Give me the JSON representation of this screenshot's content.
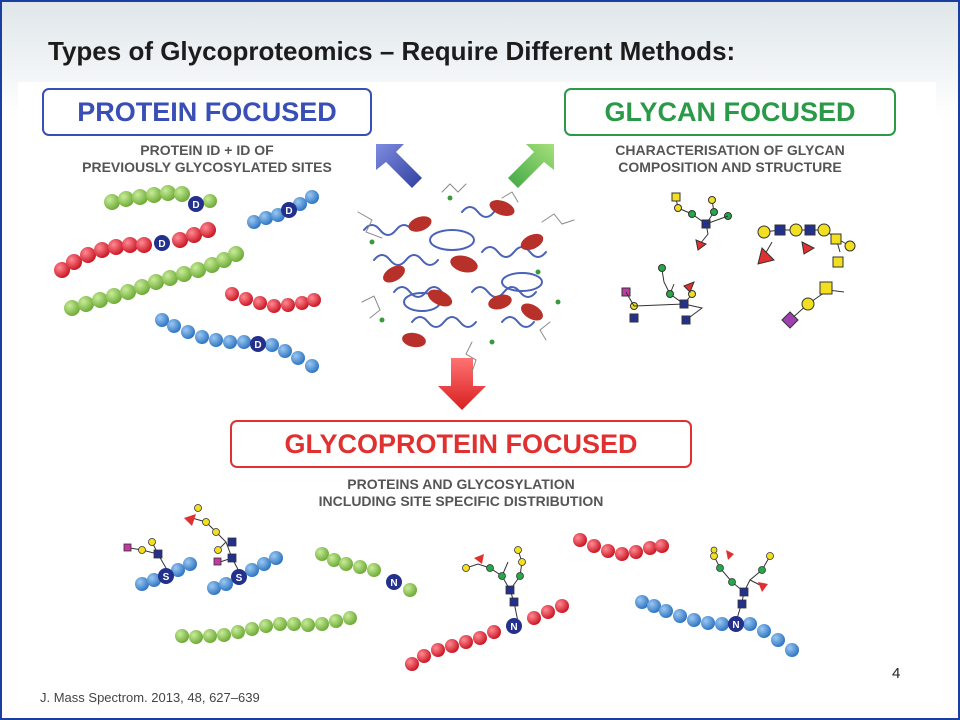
{
  "slide": {
    "title": "Types of Glycoproteomics – Require Different Methods:",
    "citation": "J. Mass Spectrom. 2013, 48, 627–639",
    "page_number": "4"
  },
  "categories": {
    "protein": {
      "heading": "PROTEIN FOCUSED",
      "line1": "PROTEIN ID + ID OF",
      "line2": "PREVIOUSLY GLYCOSYLATED SITES",
      "color": "#3a4fb5"
    },
    "glycan": {
      "heading": "GLYCAN FOCUSED",
      "line1": "CHARACTERISATION OF GLYCAN",
      "line2": "COMPOSITION AND STRUCTURE",
      "color": "#2a9a48"
    },
    "glycoprotein": {
      "heading": "GLYCOPROTEIN FOCUSED",
      "line1": "PROTEINS AND GLYCOSYLATION",
      "line2": "INCLUDING SITE SPECIFIC DISTRIBUTION",
      "color": "#e03030"
    }
  },
  "residue_labels": {
    "d": "D",
    "s": "S",
    "n": "N"
  },
  "colors": {
    "bead_green": "#7cc242",
    "bead_red": "#e8283a",
    "bead_blue": "#3b8fd8",
    "site_marker": "#23318c"
  }
}
